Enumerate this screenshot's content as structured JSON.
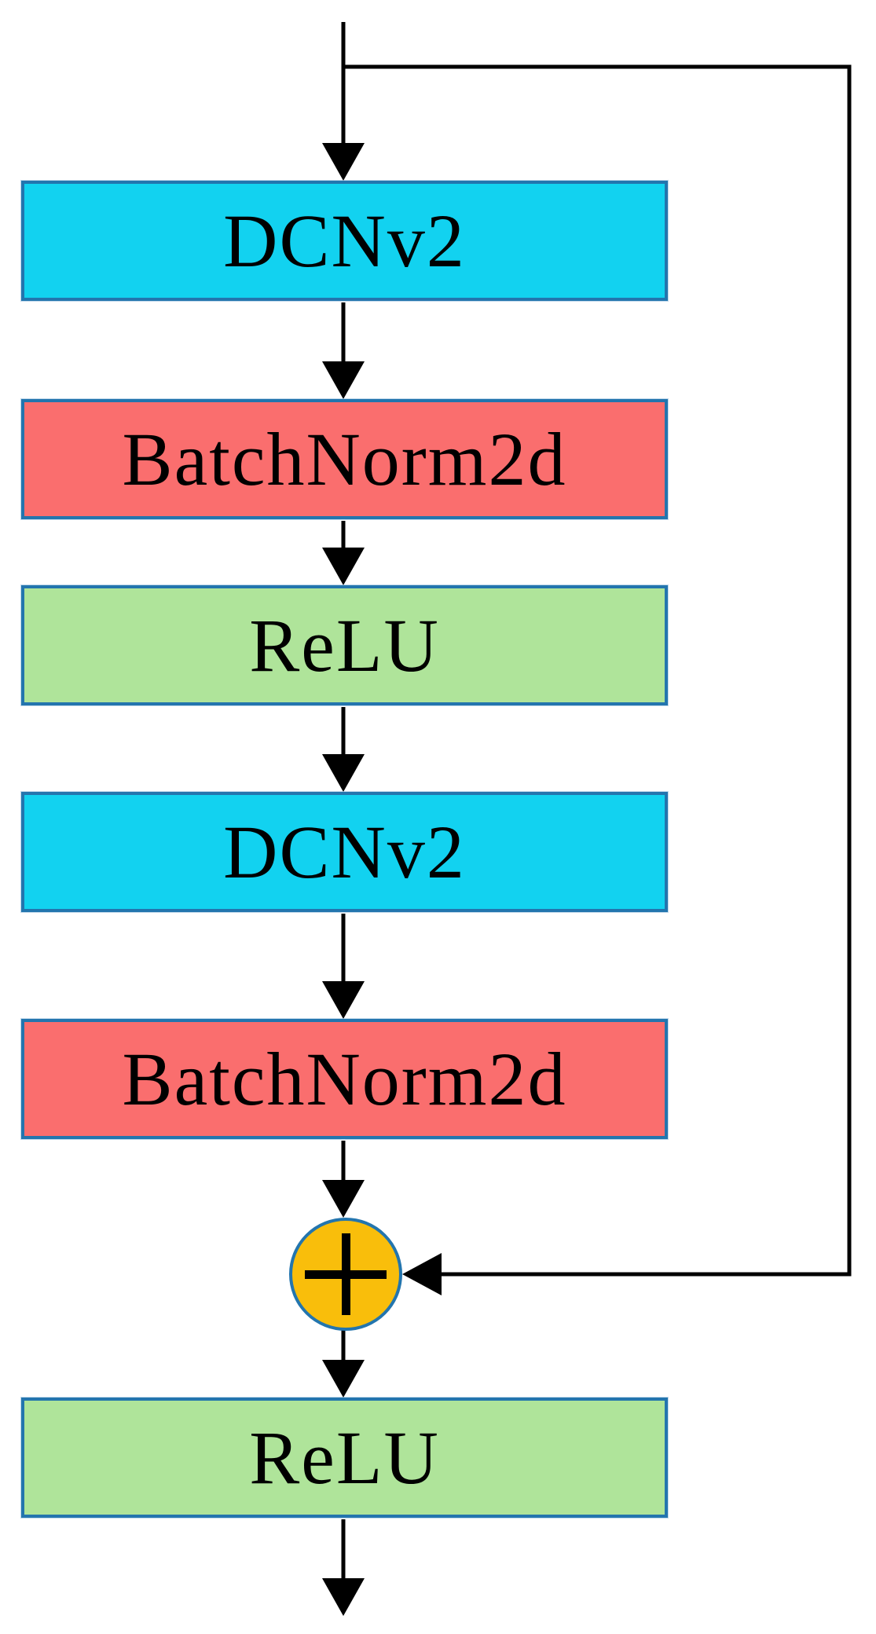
{
  "diagram": {
    "nodes": [
      {
        "id": "dcnv2-1",
        "label": "DCNv2",
        "fill": "#12D2F0"
      },
      {
        "id": "batchnorm2d-1",
        "label": "BatchNorm2d",
        "fill": "#FA6E6E"
      },
      {
        "id": "relu-1",
        "label": "ReLU",
        "fill": "#AFE49A"
      },
      {
        "id": "dcnv2-2",
        "label": "DCNv2",
        "fill": "#12D2F0"
      },
      {
        "id": "batchnorm2d-2",
        "label": "BatchNorm2d",
        "fill": "#FA6E6E"
      },
      {
        "id": "relu-2",
        "label": "ReLU",
        "fill": "#AFE49A"
      }
    ],
    "operator": {
      "name": "elementwise-addition",
      "symbol": "+",
      "fill": "#F9BE0B",
      "border": "#2375AE"
    },
    "colors": {
      "node_border": "#2375AE",
      "connector": "#000000",
      "background": "#FFFFFF"
    }
  }
}
